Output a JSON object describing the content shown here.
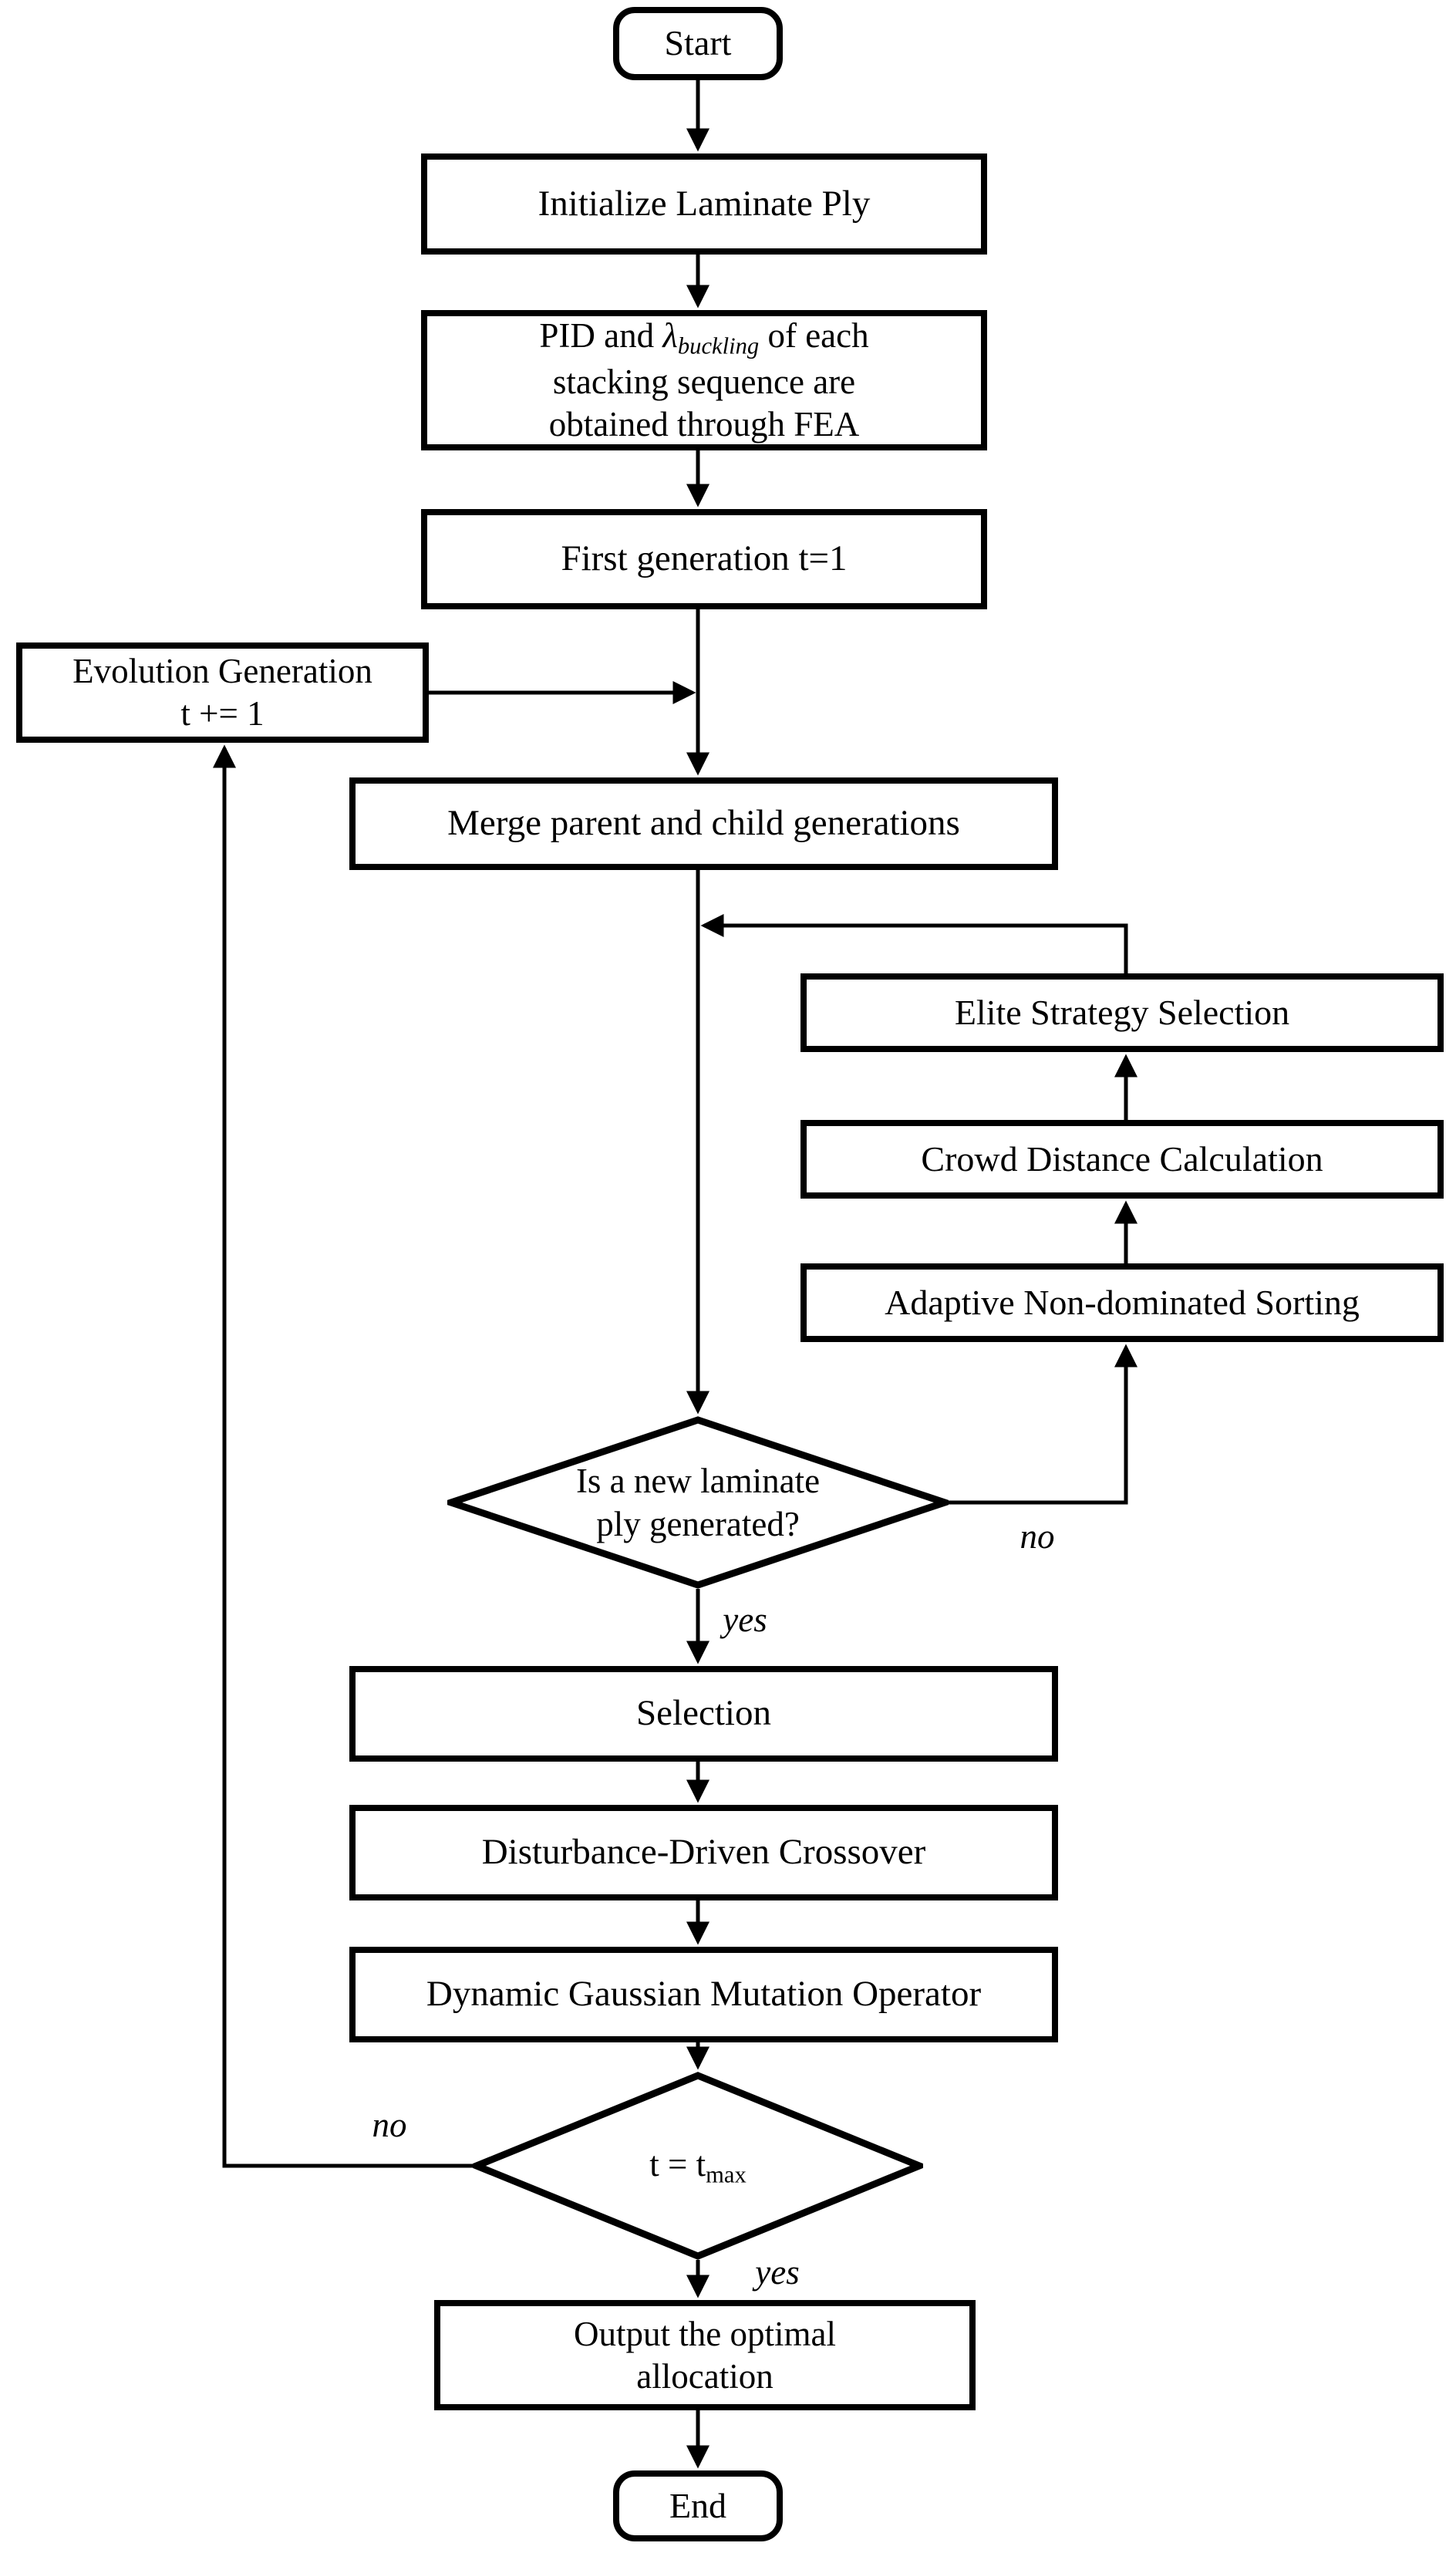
{
  "flowchart": {
    "nodes": {
      "start": {
        "label": "Start"
      },
      "initialize": {
        "label": "Initialize Laminate Ply"
      },
      "fea": {
        "line1_prefix": "PID and ",
        "lambda_symbol": "λ",
        "lambda_subscript": "buckling",
        "line1_suffix": " of each",
        "line2": "stacking sequence are",
        "line3": "obtained through FEA"
      },
      "first_generation": {
        "label": "First generation t=1"
      },
      "evolution_generation": {
        "line1": "Evolution Generation",
        "line2": "t += 1"
      },
      "merge": {
        "label": "Merge parent and child generations"
      },
      "elite_strategy": {
        "label": "Elite Strategy Selection"
      },
      "crowd_distance": {
        "label": "Crowd Distance Calculation"
      },
      "adaptive_sorting": {
        "label": "Adaptive Non-dominated Sorting"
      },
      "decision_new_ply": {
        "line1": "Is a new laminate",
        "line2": "ply generated?"
      },
      "selection": {
        "label": "Selection"
      },
      "crossover": {
        "label": "Disturbance-Driven Crossover"
      },
      "mutation": {
        "label": "Dynamic Gaussian Mutation Operator"
      },
      "decision_max_generation": {
        "text_prefix": "t = t",
        "text_subscript": "max"
      },
      "output": {
        "line1": "Output the optimal",
        "line2": "allocation"
      },
      "end": {
        "label": "End"
      }
    },
    "edge_labels": {
      "new_ply_no": "no",
      "new_ply_yes": "yes",
      "max_generation_no": "no",
      "max_generation_yes": "yes"
    },
    "colors": {
      "line": "#000000",
      "background": "#ffffff"
    }
  }
}
